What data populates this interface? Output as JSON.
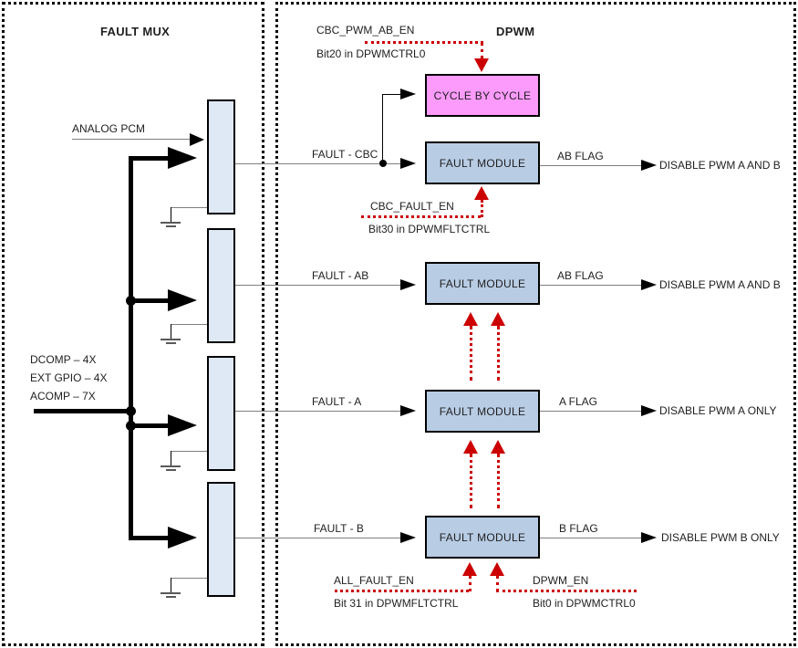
{
  "left_panel": {
    "title": "FAULT MUX",
    "analog_pcm": "ANALOG PCM",
    "inputs": [
      "DCOMP – 4X",
      "EXT GPIO – 4X",
      "ACOMP – 7X"
    ]
  },
  "right_panel": {
    "title": "DPWM",
    "cycle_by_cycle": "CYCLE BY CYCLE"
  },
  "rows": [
    {
      "fault": "FAULT - CBC",
      "module": "FAULT MODULE",
      "flag": "AB FLAG",
      "action": "DISABLE PWM A AND B"
    },
    {
      "fault": "FAULT - AB",
      "module": "FAULT MODULE",
      "flag": "AB FLAG",
      "action": "DISABLE PWM A AND B"
    },
    {
      "fault": "FAULT - A",
      "module": "FAULT MODULE",
      "flag": "A FLAG",
      "action": "DISABLE PWM A ONLY"
    },
    {
      "fault": "FAULT - B",
      "module": "FAULT MODULE",
      "flag": "B FLAG",
      "action": "DISABLE PWM B ONLY"
    }
  ],
  "controls": [
    {
      "name": "CBC_PWM_AB_EN",
      "bit": "Bit20 in DPWMCTRL0"
    },
    {
      "name": "CBC_FAULT_EN",
      "bit": "Bit30 in DPWMFLTCTRL"
    },
    {
      "name": "ALL_FAULT_EN",
      "bit": "Bit 31 in DPWMFLTCTRL"
    },
    {
      "name": "DPWM_EN",
      "bit": "Bit0 in DPWMCTRL0"
    }
  ],
  "colors": {
    "cycle_by_cycle_fill": "#fc9bfc",
    "fault_module_fill": "#b8cce4",
    "mux_fill": "#dfe8f5",
    "control_red": "#cc0000",
    "wire_gray": "#7f7f7f"
  }
}
